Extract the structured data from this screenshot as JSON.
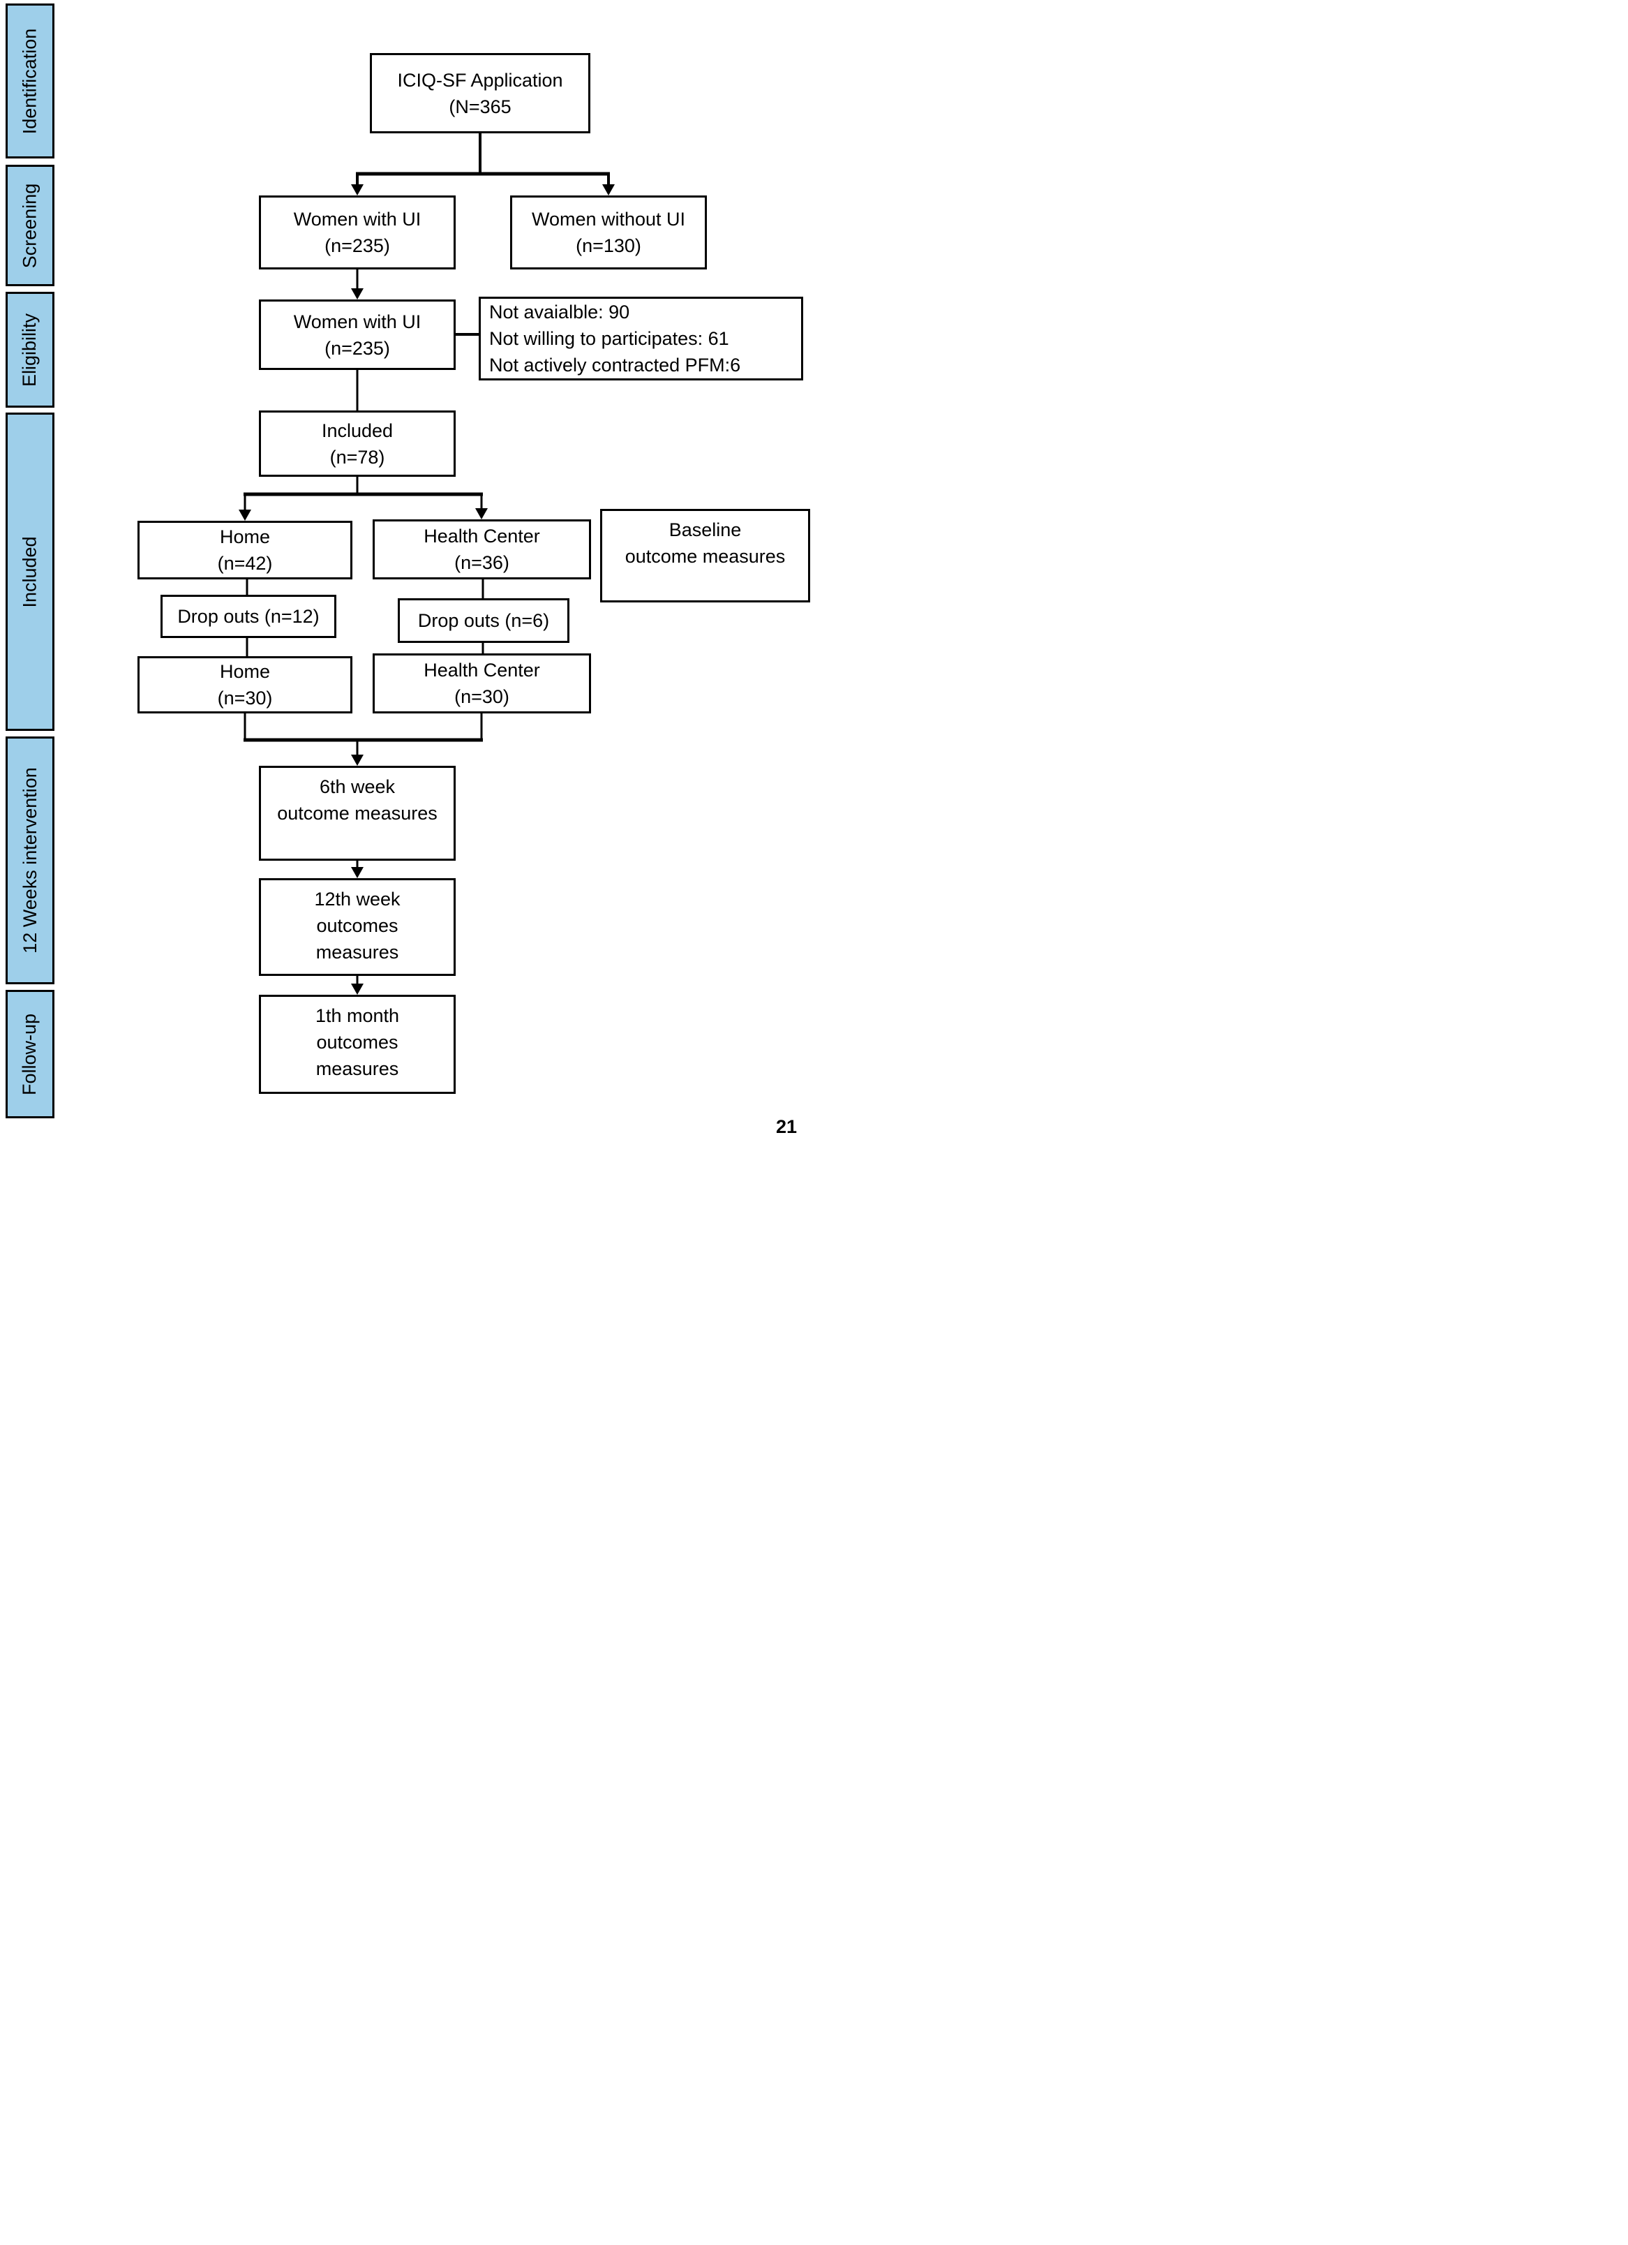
{
  "figure": {
    "type": "consort-flow-diagram",
    "colors": {
      "stage_fill": "#9ECFEA",
      "line": "#000000",
      "box_background": "#FFFFFF"
    }
  },
  "sidebar": {
    "items": [
      {
        "label": "Identification"
      },
      {
        "label": "Screening"
      },
      {
        "label": "Eligibility"
      },
      {
        "label": "Included"
      },
      {
        "label": "12 Weeks intervention"
      },
      {
        "label": "Follow-up"
      }
    ]
  },
  "nodes": {
    "iciq": {
      "lines": [
        "ICIQ-SF Application",
        "(N=365"
      ]
    },
    "women_with_ui_screen": {
      "lines": [
        "Women with UI",
        "(n=235)"
      ]
    },
    "women_without_ui": {
      "lines": [
        "Women without UI",
        "(n=130)"
      ]
    },
    "women_with_ui_elig": {
      "lines": [
        "Women with UI",
        "(n=235)"
      ]
    },
    "exclusions": {
      "lines": [
        "Not avaialble: 90",
        "Not willing to participates: 61",
        "Not actively contracted PFM:6"
      ]
    },
    "included": {
      "lines": [
        "Included",
        "(n=78)"
      ]
    },
    "home_alloc": {
      "lines": [
        "Home",
        "(n=42)"
      ]
    },
    "health_center_alloc": {
      "lines": [
        "Health Center",
        "(n=36)"
      ]
    },
    "baseline": {
      "lines": [
        "Baseline",
        "outcome measures"
      ]
    },
    "dropouts_home": {
      "lines": [
        "Drop outs (n=12)"
      ]
    },
    "dropouts_health": {
      "lines": [
        "Drop outs (n=6)"
      ]
    },
    "home_final": {
      "lines": [
        "Home",
        "(n=30)"
      ]
    },
    "health_center_final": {
      "lines": [
        "Health Center",
        "(n=30)"
      ]
    },
    "week6": {
      "lines": [
        "6th week",
        "outcome measures"
      ]
    },
    "week12": {
      "lines": [
        "12th week",
        "outcomes",
        "measures"
      ]
    },
    "month1": {
      "lines": [
        "1th month",
        "outcomes",
        "measures"
      ]
    }
  },
  "page_fragment": {
    "text": "21"
  }
}
